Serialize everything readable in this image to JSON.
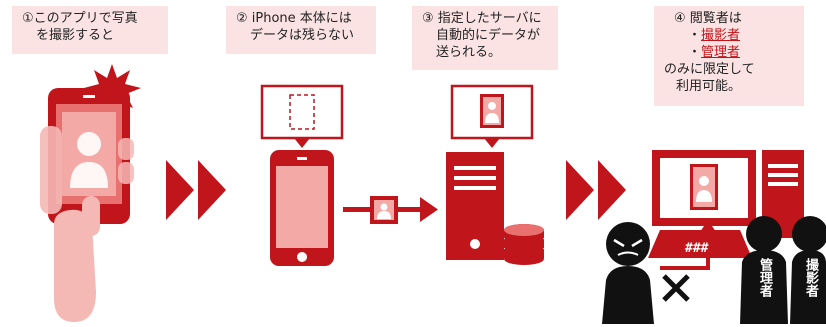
{
  "steps": [
    {
      "lines": [
        "①このアプリで写真",
        "を撮影すると"
      ]
    },
    {
      "lines": [
        "② iPhone 本体には",
        "データは残らない"
      ]
    },
    {
      "lines": [
        "③ 指定したサーバに",
        "自動的にデータが",
        "送られる。"
      ]
    },
    {
      "title": "④ 閲覧者は",
      "viewers": [
        "撮影者",
        "管理者"
      ],
      "bullet": "・",
      "tail": [
        "のみに限定して",
        "利用可能。"
      ]
    }
  ],
  "people": {
    "manager_label": "管理者",
    "photographer_label": "撮影者",
    "keyboard_text": "###"
  },
  "colors": {
    "accent": "#c0151b",
    "accent_light": "#e8716f",
    "box_bg": "#fbe3e3",
    "skin": "#f4b8b5"
  }
}
